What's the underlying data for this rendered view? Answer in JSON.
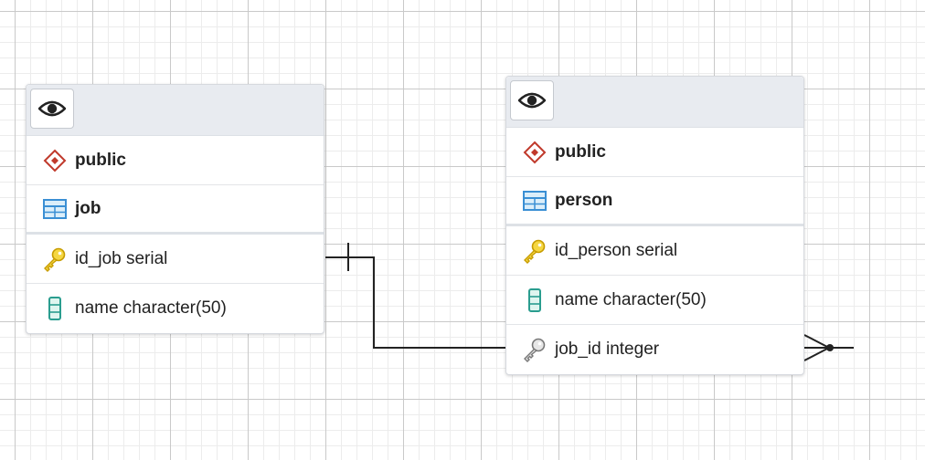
{
  "diagram": {
    "tables": [
      {
        "schema": "public",
        "name": "job",
        "columns": [
          {
            "label": "id_job serial",
            "icon": "primary-key-icon"
          },
          {
            "label": "name character(50)",
            "icon": "column-icon"
          }
        ]
      },
      {
        "schema": "public",
        "name": "person",
        "columns": [
          {
            "label": "id_person serial",
            "icon": "primary-key-icon"
          },
          {
            "label": "name character(50)",
            "icon": "column-icon"
          },
          {
            "label": "job_id integer",
            "icon": "foreign-key-icon"
          }
        ]
      }
    ],
    "relations": [
      {
        "from": "job.id_job",
        "to": "person.job_id",
        "type": "one-to-many"
      }
    ]
  },
  "icons": {
    "schema": "schema-diamond-icon",
    "table": "table-grid-icon",
    "header": "eye-icon"
  },
  "colors": {
    "schema_icon": "#c0392b",
    "table_icon": "#3a8fd4",
    "primary_key": "#e6b800",
    "foreign_key": "#8a8a8a",
    "column_icon": "#2a9d8f",
    "connector": "#222222"
  }
}
